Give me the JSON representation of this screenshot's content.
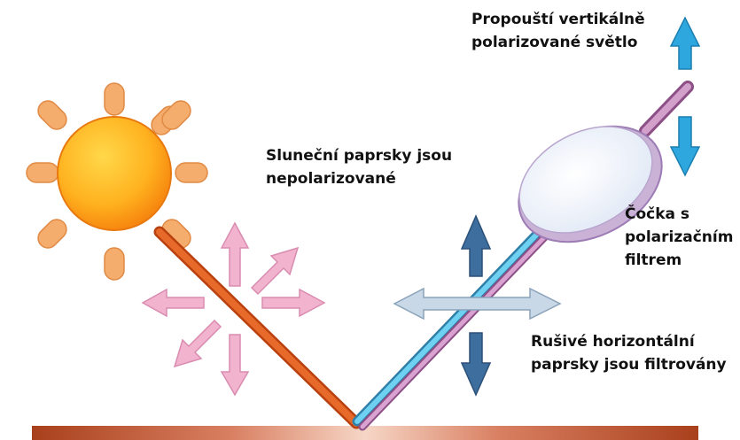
{
  "labels": {
    "sun_rays": [
      "Sluneční paprsky jsou",
      "nepolarizované"
    ],
    "vertical_light": [
      "Propouští vertikálně",
      "polarizované světlo"
    ],
    "lens": [
      "Čočka s",
      "polarizačním",
      "filtrem"
    ],
    "horizontal_rays": [
      "Rušivé horizontální",
      "paprsky jsou filtrovány"
    ]
  },
  "colors": {
    "sun_core": "#ffc21a",
    "sun_edge": "#f57f0c",
    "sun_rays": "#f4ad6c",
    "incident_beam": "#e0531a",
    "unpolarized_arrows": "#f2b3cf",
    "reflected_beam_blue": "#58c2e8",
    "reflected_beam_pink": "#cf8fc4",
    "vertical_arrows_dark": "#3e6e9e",
    "horizontal_arrow": "#c9d8e6",
    "filtered_vertical_arrows": "#2ea6de",
    "lens_fill": "#e8eef8",
    "ground_dark": "#a9401c",
    "ground_light": "#f6d6c6"
  }
}
